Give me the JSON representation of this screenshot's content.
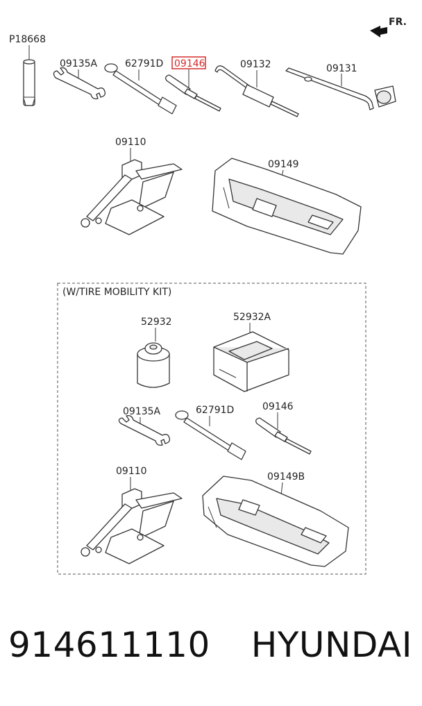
{
  "direction_label": "FR.",
  "kit_box_label": "(W/TIRE MOBILITY KIT)",
  "highlight_color": "#d62b2b",
  "top_parts": {
    "socket": "P18668",
    "wrench": "09135A",
    "lug_wrench": "62791D",
    "screwdriver": "09146",
    "hook": "09132",
    "handle": "09131",
    "jack": "09110",
    "tray": "09149"
  },
  "kit_parts": {
    "sealant": "52932",
    "compressor": "52932A",
    "wrench": "09135A",
    "lug_wrench": "62791D",
    "screwdriver": "09146",
    "jack": "09110",
    "tray": "09149B"
  },
  "highlighted_part": "09146",
  "footer": {
    "part_number": "914611110",
    "brand": "HYUNDAI"
  }
}
